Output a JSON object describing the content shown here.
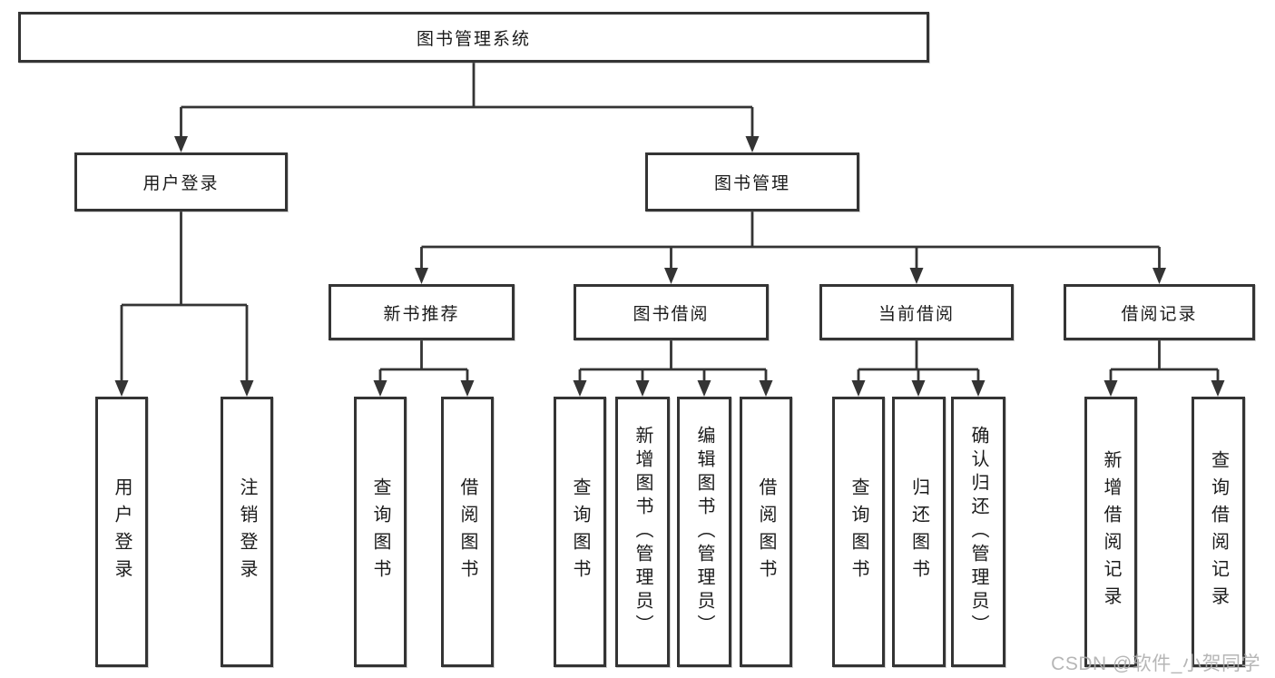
{
  "tree": {
    "root": "图书管理系统",
    "level2": [
      "用户登录",
      "图书管理"
    ],
    "level3": [
      "新书推荐",
      "图书借阅",
      "当前借阅",
      "借阅记录"
    ],
    "leaves": [
      "用户登录",
      "注销登录",
      "查询图书",
      "借阅图书",
      "查询图书",
      "新增图书（管理员）",
      "编辑图书（管理员）",
      "借阅图书",
      "查询图书",
      "归还图书",
      "确认归还（管理员）",
      "新增借阅记录",
      "查询借阅记录"
    ]
  },
  "watermark": "CSDN @软件_小贺同学",
  "colors": {
    "line": "#343434",
    "box_border": "#343434",
    "text": "#1b1b1b",
    "watermark": "#b2b2b2",
    "background": "#ffffff"
  }
}
